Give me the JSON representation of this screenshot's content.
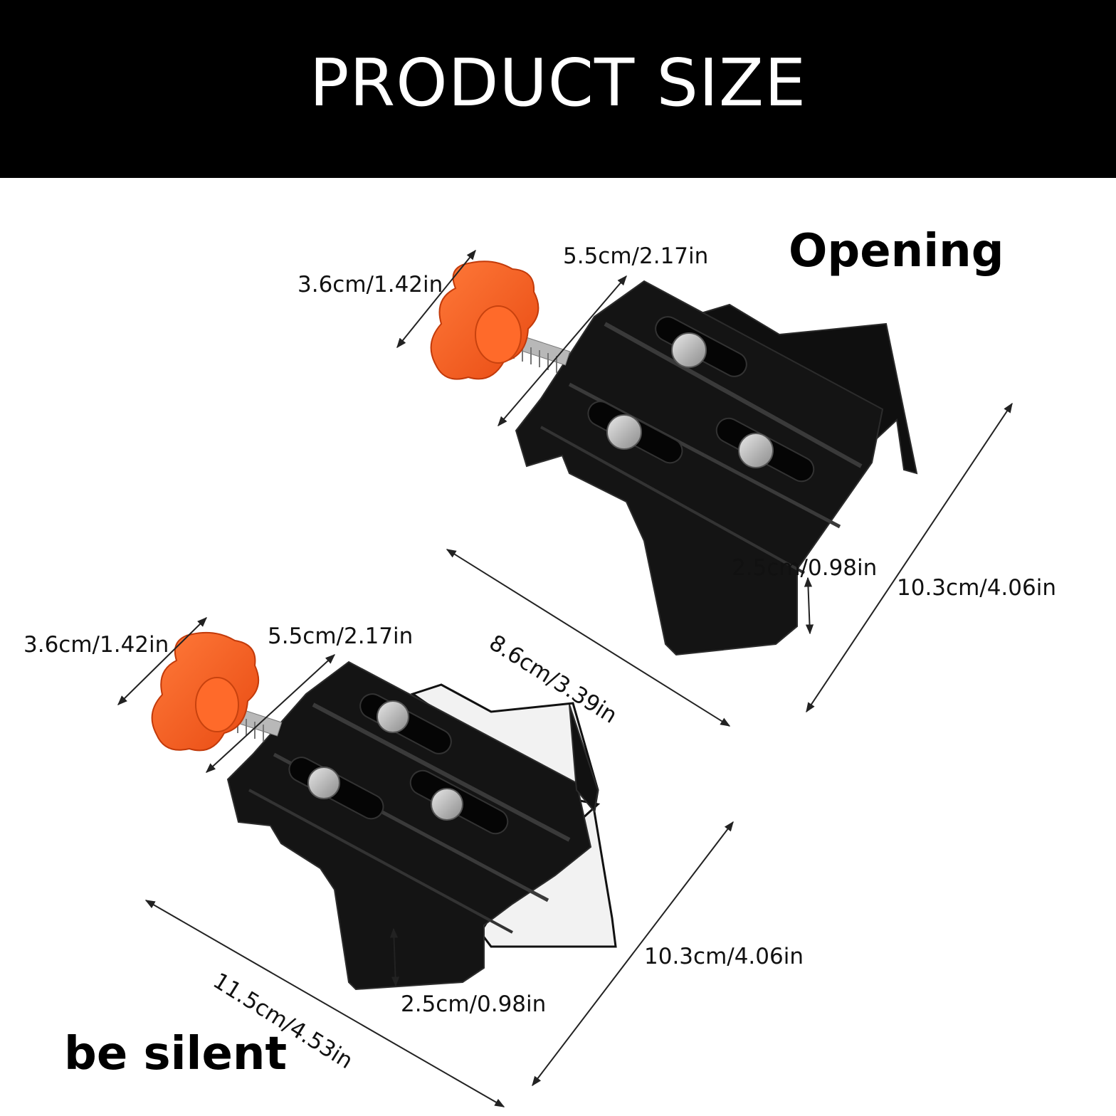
{
  "banner": {
    "title": "PRODUCT SIZE"
  },
  "top_clamp": {
    "state_label": "Opening",
    "dims": {
      "knob": "3.6cm/1.42in",
      "width": "5.5cm/2.17in",
      "lip": "2.5cm/0.98in",
      "height": "10.3cm/4.06in",
      "length": "8.6cm/3.39in"
    }
  },
  "bottom_clamp": {
    "state_label": "be silent",
    "dims": {
      "knob": "3.6cm/1.42in",
      "width": "5.5cm/2.17in",
      "lip": "2.5cm/0.98in",
      "height": "10.3cm/4.06in",
      "length": "11.5cm/4.53in"
    }
  },
  "colors": {
    "banner": "#000000",
    "knob": "#ff5a1f",
    "metal": "#1a1a1a",
    "text": "#111111"
  }
}
